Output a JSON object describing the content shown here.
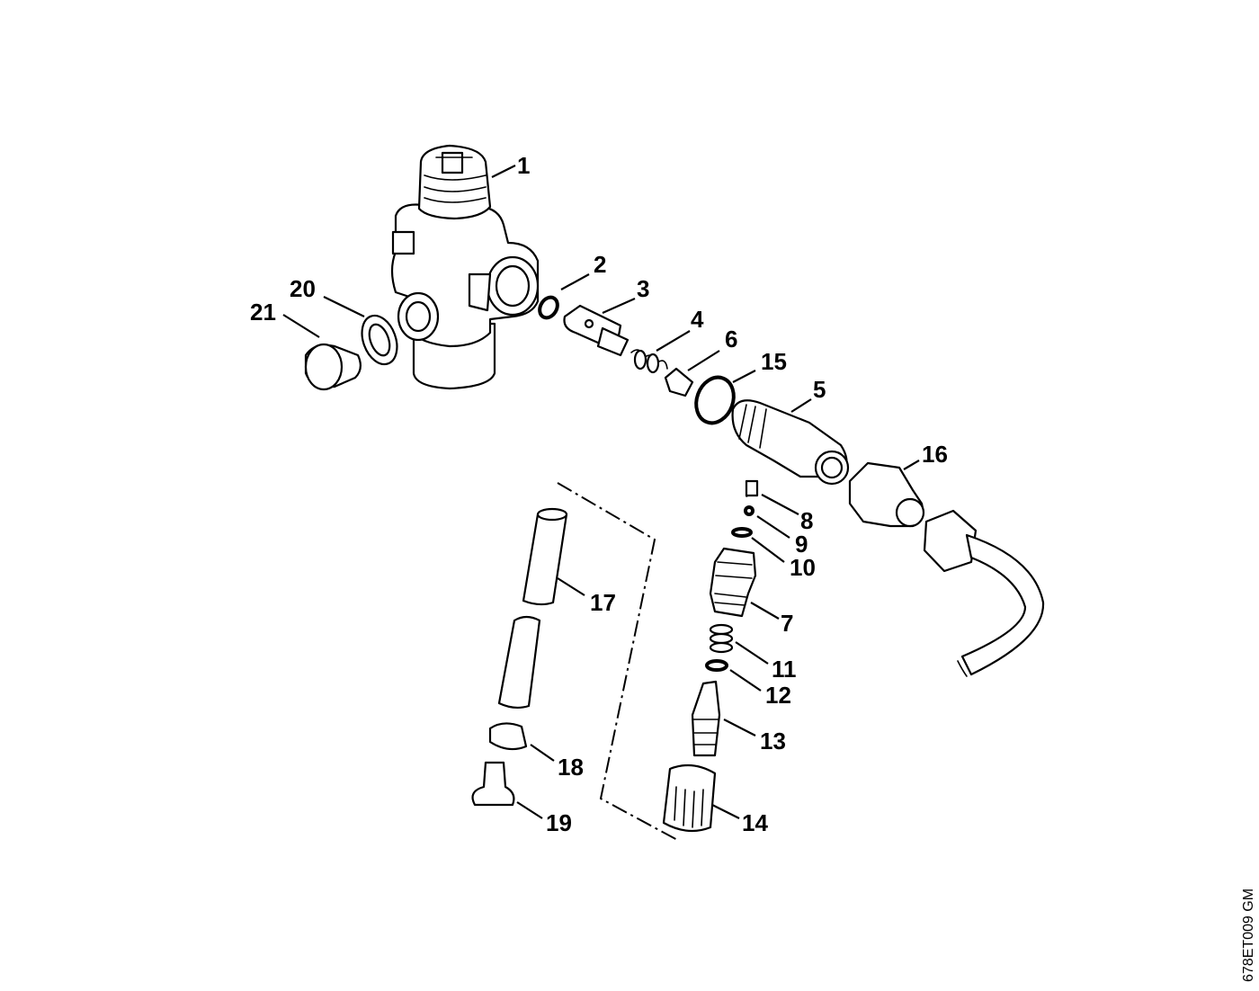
{
  "drawing_code": "678ET009 GM",
  "callouts": [
    "1",
    "2",
    "3",
    "4",
    "5",
    "6",
    "7",
    "8",
    "9",
    "10",
    "11",
    "12",
    "13",
    "14",
    "15",
    "16",
    "17",
    "18",
    "19",
    "20",
    "21"
  ]
}
